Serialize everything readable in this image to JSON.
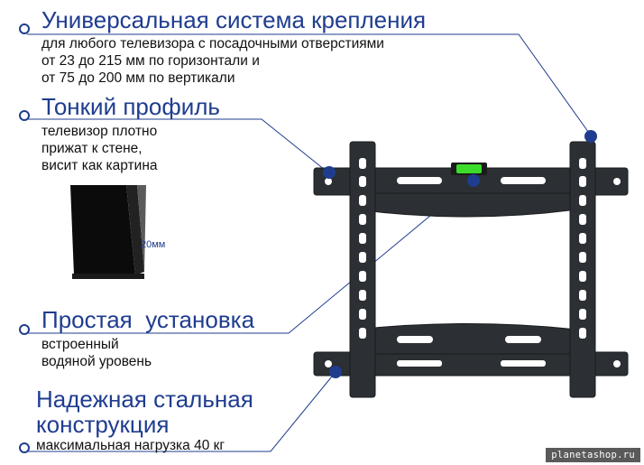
{
  "features": [
    {
      "title": "Универсальная система крепления",
      "description": "для любого телевизора с посадочными отверстиями\nот 23 до 215 мм по горизонтали и\nот 75 до 200 мм по вертикали"
    },
    {
      "title": "Тонкий профиль",
      "description": "телевизор плотно\nприжат к стене,\nвисит как картина"
    },
    {
      "title": "Простая  установка",
      "description": "встроенный\nводяной уровень"
    },
    {
      "title": "Надежная стальная\nконструкция",
      "description": "максимальная нагрузка 40 кг"
    }
  ],
  "thumbnail": {
    "thickness_label": "20мм"
  },
  "watermark": "planetashop.ru",
  "colors": {
    "accent": "#1f3d8f",
    "bracket": "#2c2f33",
    "level": "#3bdc2a"
  }
}
